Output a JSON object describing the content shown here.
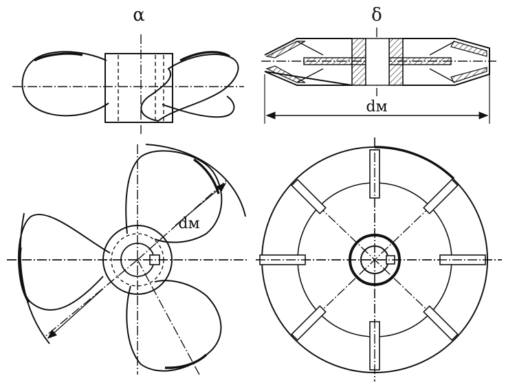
{
  "labels": {
    "view_a": "α",
    "view_b": "δ",
    "dim_top": "dм",
    "dim_bottom": "dм"
  }
}
